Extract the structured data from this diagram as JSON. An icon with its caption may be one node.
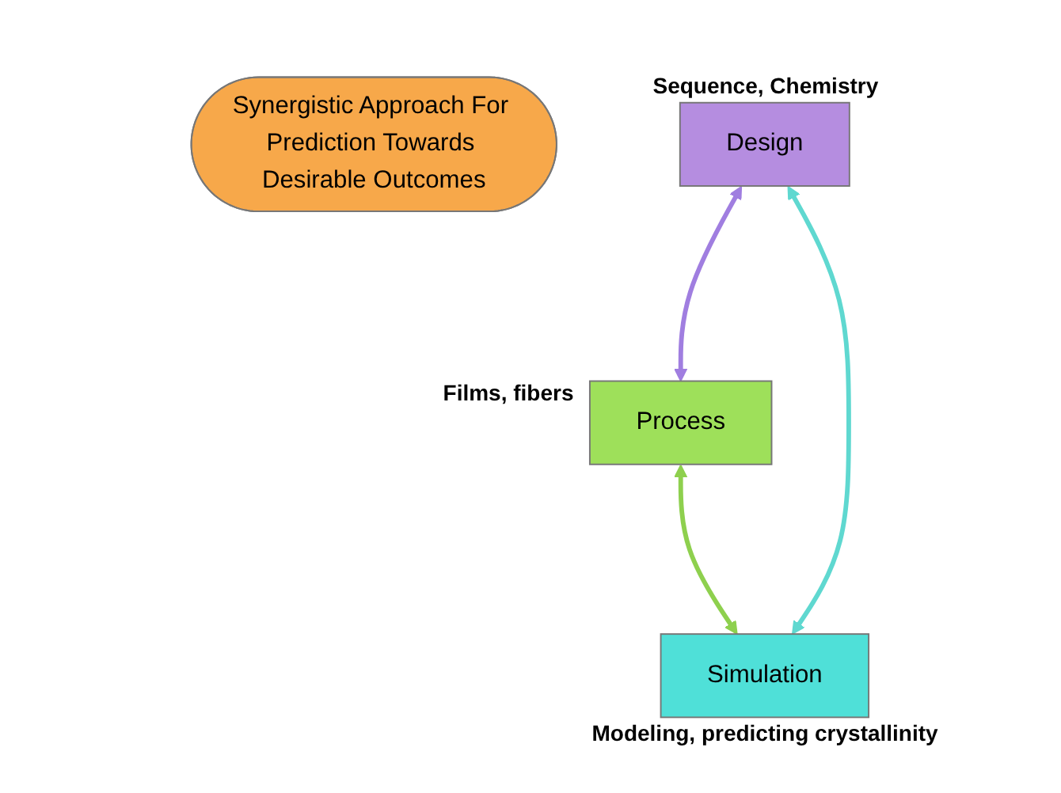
{
  "diagram": {
    "nodes": [
      {
        "text": [
          "Process"
        ],
        "beside": [
          "Films, fibers"
        ]
      },
      {
        "text": [
          "Synergistic Approach For Prediction Towards Desirable Outcomes"
        ]
      },
      {
        "text": [
          "Design"
        ],
        "beside": [
          "Sequence, Chemistry"
        ]
      },
      {
        "text": [
          "Simulation"
        ],
        "beside": [
          "Modeling, predicting crystallinity"
        ]
      }
    ],
    "edges": [
      {
        "from": 2,
        "to": 0,
        "arrow": "both",
        "color": "#a07ee0"
      },
      {
        "from": 0,
        "to": 3,
        "arrow": "both",
        "color": "#8ed04e"
      },
      {
        "from": 2,
        "to": 3,
        "arrow": "both",
        "color": "#5fd8d0"
      }
    ]
  }
}
